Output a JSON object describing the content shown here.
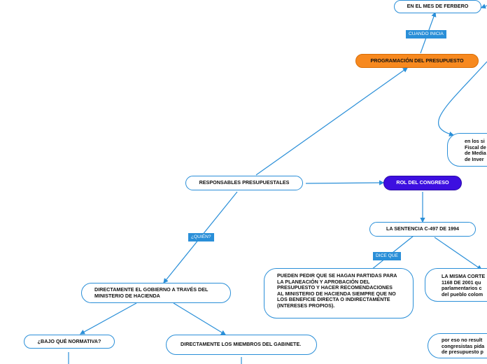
{
  "nodes": {
    "mes_ferbero": "EN EL MES DE FERBERO",
    "programacion": "PROGRAMACIÓN DEL PRESUPUESTO",
    "en_los": "en los si\nFiscal de\nde Media\nde Inver",
    "responsables": "RESPONSABLES PRESUPUESTALES",
    "rol_congreso": "ROL DEL CONGRESO",
    "sentencia": "LA SENTENCIA C-497 DE 1994",
    "pueden_pedir": "PUEDEN PEDIR QUE SE HAGAN PARTIDAS PARA LA PLANEACIÓN Y APROBACIÓN DEL PRESUPUESTO Y HACER RECOMENDACIONES AL MINISTERIO DE HACIENDA SIEMPRE QUE NO LOS BENEFICIE DIRECTA O INDIRECTAMENTE (INTERESES PROPIOS).",
    "misma_corte": "LA MISMA CORTE\n1168 DE 2001 qu\nparlamentarios c\ndel pueblo colom",
    "gobierno": "DIRECTAMENTE EL GOBIERNO A TRAVÉS DEL MINISTERIO DE HACIENDA",
    "bajo_normativa": "¿BAJO QUÉ NORMATIVA?",
    "miembros_gabinete": "DIRECTAMENTE LOS MIEMBROS DEL GABINETE.",
    "por_eso": "por eso no result\ncongresistas pida\nde presupuesto p"
  },
  "labels": {
    "cuando_inicia": "CUANDO INICIA",
    "quien": "¿QUIÉN?",
    "dice_que": "DICE QUE"
  },
  "colors": {
    "edge": "#2a8fd8",
    "orange": "#f7891f",
    "purple": "#3d0fe0"
  }
}
